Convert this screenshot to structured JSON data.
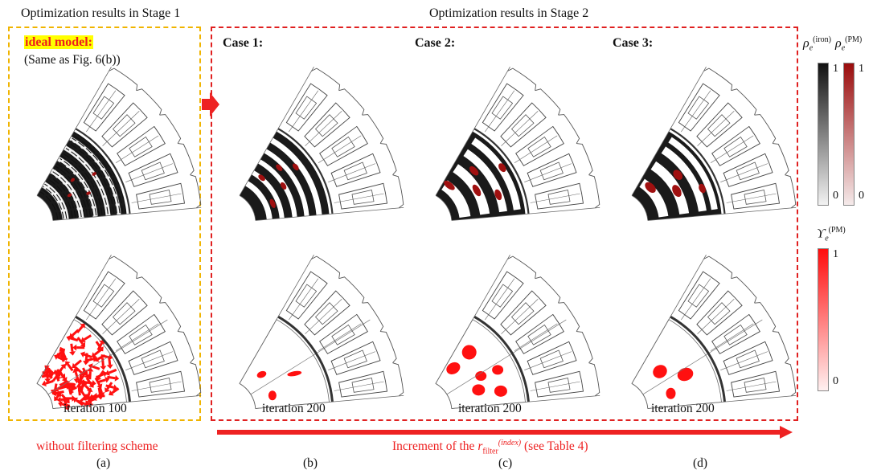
{
  "headers": {
    "stage1": "Optimization results in Stage 1",
    "stage2": "Optimization results in Stage 2"
  },
  "panel_a": {
    "ideal_label": "ideal model:",
    "ideal_note": "(Same as Fig. 6(b))",
    "iteration": "iteration 100",
    "scheme_note": "without filtering scheme",
    "sub_label": "(a)"
  },
  "cases": [
    {
      "title": "Case 1:",
      "iteration": "iteration 200",
      "sub_label": "(b)"
    },
    {
      "title": "Case 2:",
      "iteration": "iteration 200",
      "sub_label": "(c)"
    },
    {
      "title": "Case 3:",
      "iteration": "iteration 200",
      "sub_label": "(d)"
    }
  ],
  "arrow_caption": {
    "prefix": "Increment of the ",
    "symbol": "r",
    "subscript": "filter",
    "superscript": "(index)",
    "suffix": " (see Table 4)"
  },
  "colorbars": {
    "iron": {
      "symbol": "ρ",
      "sub": "e",
      "sup": "(iron)",
      "max": "1",
      "min": "0",
      "color": "#111111"
    },
    "pm": {
      "symbol": "ρ",
      "sub": "e",
      "sup": "(PM)",
      "max": "1",
      "min": "0",
      "color": "#b01010"
    },
    "upsilon": {
      "symbol": "ϒ",
      "sub": "e",
      "sup": "(PM)",
      "max": "1",
      "min": "0",
      "color": "#ff1010"
    }
  },
  "colors": {
    "stage1_frame": "#f0b400",
    "stage2_frame": "#e02020",
    "accent_red": "#ee2222",
    "iron": "#111111",
    "magnet": "#a01010"
  }
}
